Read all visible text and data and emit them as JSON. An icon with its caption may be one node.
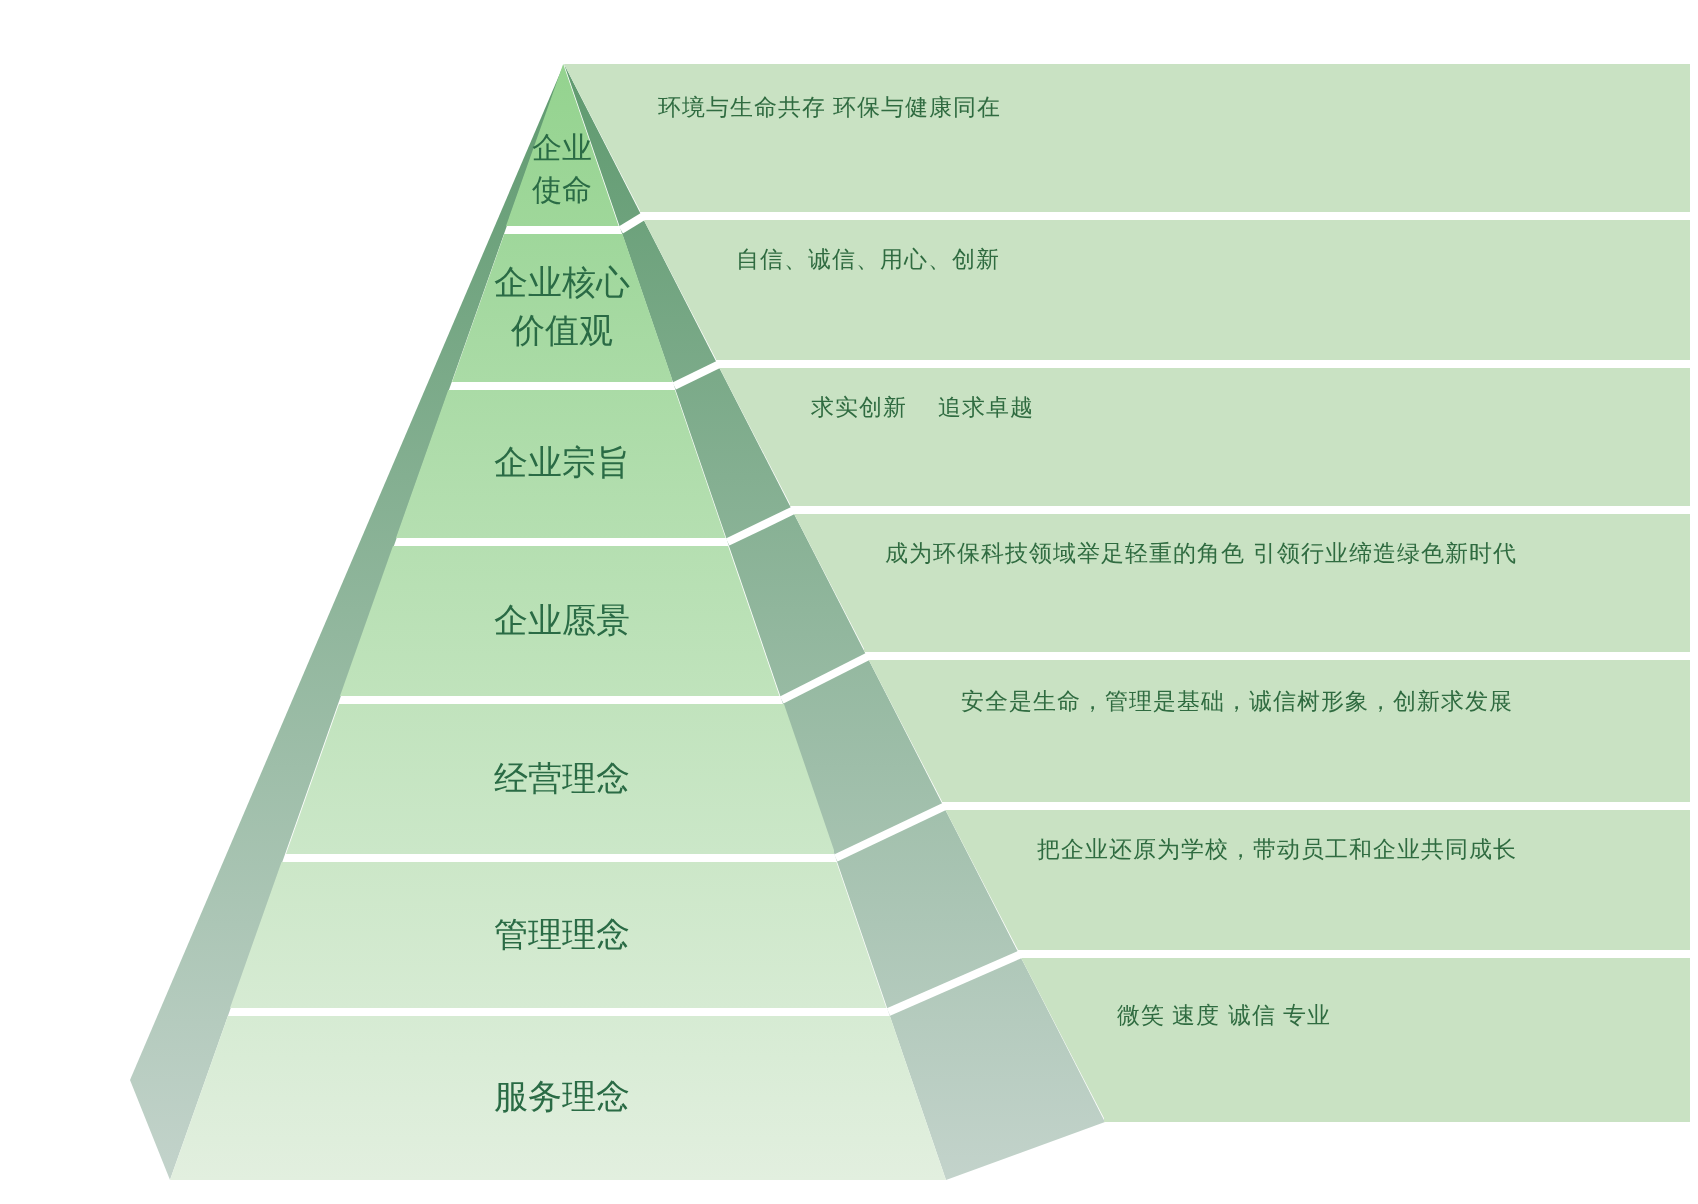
{
  "diagram": {
    "nodes": [
      {
        "text": [
          "企业使命"
        ]
      },
      {
        "text": [
          "环境与生命共存 环保与健康同在"
        ]
      },
      {
        "text": [
          "企业核心价值观"
        ]
      },
      {
        "text": [
          "自信、诚信、用心、创新"
        ]
      },
      {
        "text": [
          "企业宗旨"
        ]
      },
      {
        "text": [
          "求实创新　 追求卓越"
        ]
      },
      {
        "text": [
          "企业愿景"
        ]
      },
      {
        "text": [
          "成为环保科技领域举足轻重的角色 引领行业缔造绿色新时代"
        ]
      },
      {
        "text": [
          "经营理念"
        ]
      },
      {
        "text": [
          "安全是生命，管理是基础，诚信树形象，创新求发展"
        ]
      },
      {
        "text": [
          "管理理念"
        ]
      },
      {
        "text": [
          "把企业还原为学校，带动员工和企业共同成长"
        ]
      },
      {
        "text": [
          "服务理念"
        ]
      },
      {
        "text": [
          "微笑 速度 诚信 专业"
        ]
      }
    ]
  }
}
